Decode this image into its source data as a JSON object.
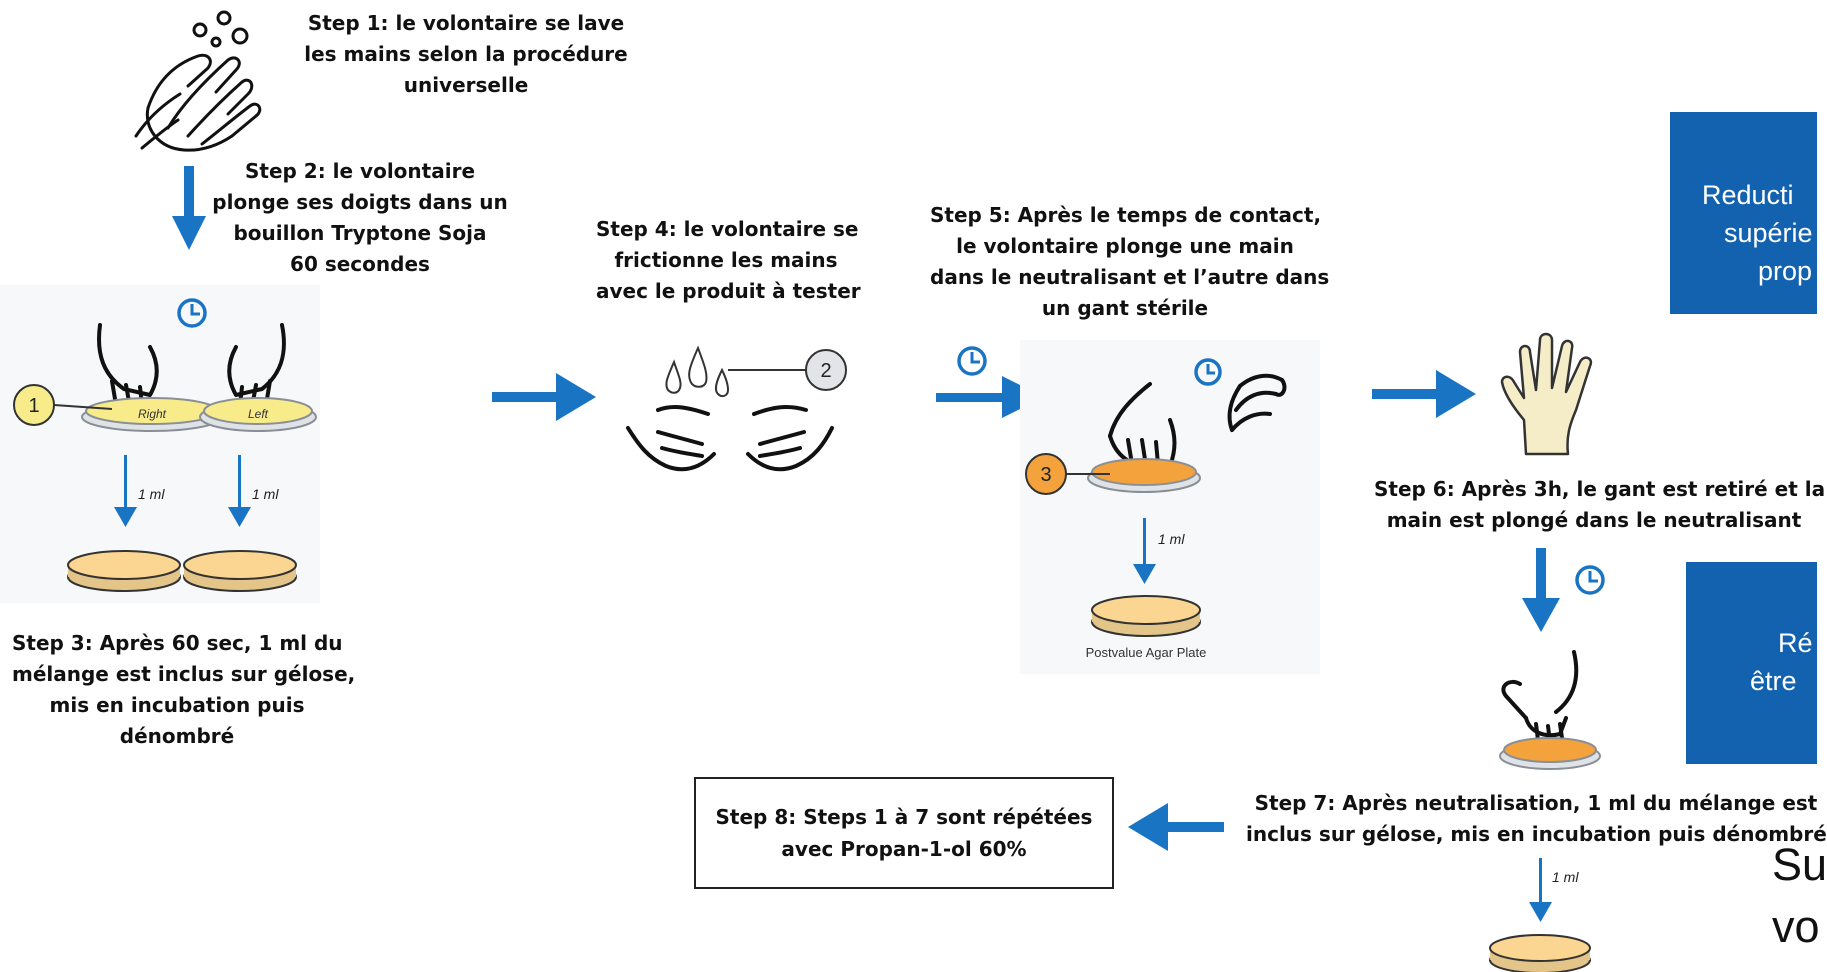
{
  "steps": {
    "step1": [
      "Step 1: le volontaire se lave",
      "les mains selon la procédure",
      "universelle"
    ],
    "step2": [
      "Step 2: le volontaire",
      "plonge ses doigts dans un",
      "bouillon Tryptone Soja",
      "60 secondes"
    ],
    "step3": [
      "Step 3: Après 60 sec, 1 ml du",
      "mélange est inclus sur gélose,",
      "mis en incubation puis",
      "dénombré"
    ],
    "step4": [
      "Step 4: le volontaire se",
      "frictionne les mains",
      "avec le produit à tester"
    ],
    "step5": [
      "Step 5: Après le temps de contact,",
      "le volontaire plonge une main",
      "dans le neutralisant et l’autre dans",
      "un gant stérile"
    ],
    "step6": [
      "Step 6: Après 3h, le gant est retiré et la",
      "main est plongé dans le neutralisant"
    ],
    "step7": [
      "Step 7: Après neutralisation, 1 ml du mélange est",
      "inclus sur gélose, mis en incubation puis dénombré"
    ],
    "step8": [
      "Step 8: Steps 1 à 7 sont répétées",
      "avec Propan-1-ol 60%"
    ]
  },
  "figure_labels": {
    "right": "Right",
    "left": "Left",
    "one_ml": "1 ml",
    "marker1": "1",
    "marker2": "2",
    "marker3": "3",
    "postvalue": "Postvalue Agar Plate"
  },
  "side_boxes": {
    "top": [
      "Reducti",
      "supérie",
      "prop"
    ],
    "bottom": [
      "Ré",
      "être"
    ]
  },
  "partial_text": [
    "Su",
    "vo"
  ],
  "colors": {
    "arrow_blue": "#1a74c4",
    "box_blue": "#1262b0",
    "plate_yellow": "#f7eb8a",
    "plate_orange": "#f3a23c",
    "plate_peach": "#fbd592",
    "glove": "#f5ecc8"
  },
  "icons": [
    "hand-washing-icon",
    "clock-icon",
    "droplet-icon",
    "glove-icon",
    "arrow-icon",
    "petri-dish-icon"
  ]
}
